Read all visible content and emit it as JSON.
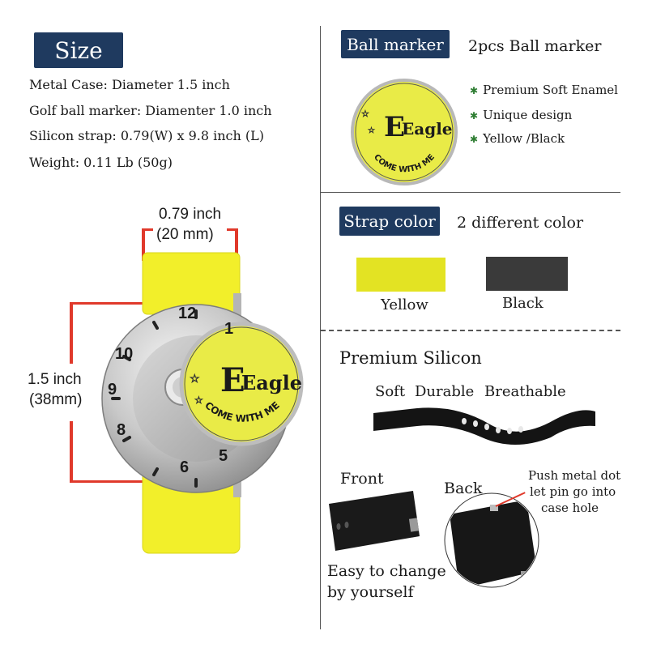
{
  "size_section": {
    "badge": "Size",
    "specs": [
      "Metal Case: Diameter 1.5 inch",
      "Golf ball marker: Diamenter 1.0 inch",
      "Silicon strap: 0.79(W) x 9.8 inch (L)",
      "Weight: 0.11 Lb (50g)"
    ]
  },
  "dimensions": {
    "width_inch": "0.79 inch",
    "width_mm": "(20 mm)",
    "diameter_inch": "1.5 inch",
    "diameter_mm": "(38mm)"
  },
  "watch_face": {
    "numerals": [
      "12",
      "1",
      "5",
      "6",
      "8",
      "9",
      "10"
    ],
    "marker_text_main": "Eagle",
    "marker_text_arc": "COME WITH ME"
  },
  "ball_marker_section": {
    "badge": "Ball marker",
    "subtitle": "2pcs Ball marker",
    "bullets": [
      "Premium Soft Enamel",
      "Unique design",
      "Yellow /Black"
    ]
  },
  "strap_section": {
    "badge": "Strap color",
    "subtitle": "2 different color",
    "swatches": [
      {
        "label": "Yellow",
        "color": "#e3e323"
      },
      {
        "label": "Black",
        "color": "#3a3a3a"
      }
    ]
  },
  "silicon_section": {
    "title": "Premium Silicon",
    "features": [
      "Soft",
      "Durable",
      "Breathable"
    ],
    "front_label": "Front",
    "back_label": "Back",
    "push_note_lines": [
      "Push metal dot",
      "let pin go into",
      "case hole"
    ],
    "easy_lines": [
      "Easy to change",
      "by yourself"
    ]
  },
  "colors": {
    "badge_bg": "#1f3a5f",
    "strap_yellow": "#f2ef2a",
    "dimension_red": "#e0392b",
    "marker_yellow": "#e9eb47"
  }
}
